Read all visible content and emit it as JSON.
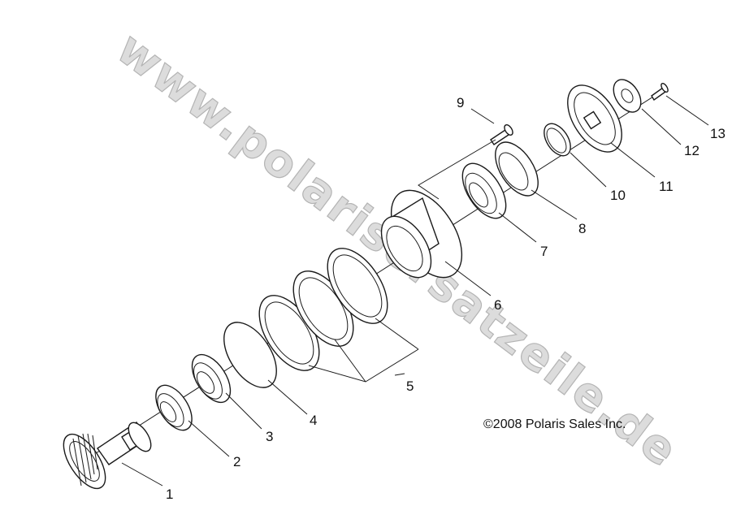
{
  "watermark": "www.polarisersatzeile.de",
  "copyright": "©2008 Polaris Sales Inc.",
  "callouts": [
    "1",
    "2",
    "3",
    "4",
    "5",
    "6",
    "7",
    "8",
    "9",
    "10",
    "11",
    "12",
    "13"
  ]
}
